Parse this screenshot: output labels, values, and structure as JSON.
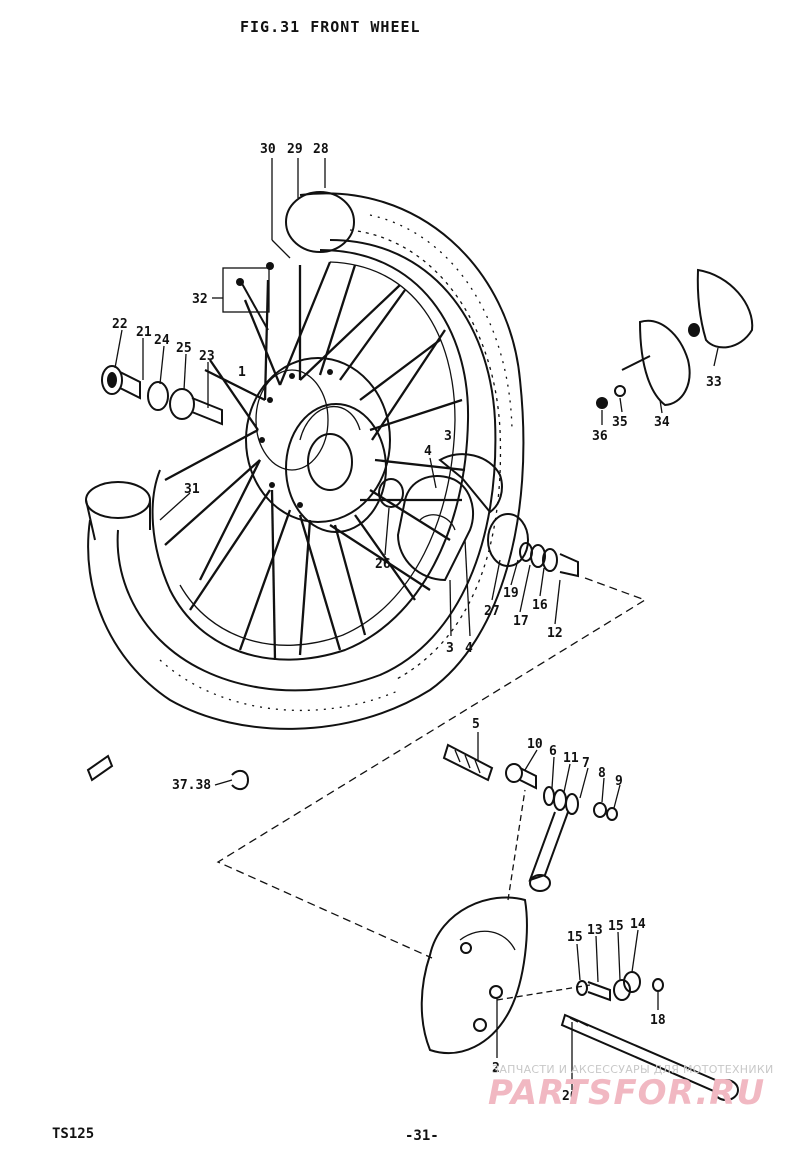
{
  "title": "FIG.31  FRONT WHEEL",
  "model": "TS125",
  "page_number": "-31-",
  "watermark": {
    "tagline": "ЗАПЧАСТИ И АКСЕССУАРЫ ДЛЯ МОТОТЕХНИКИ",
    "brand": "PARTSFOR.RU",
    "color": "#f1b8c2"
  },
  "callouts": [
    {
      "id": "c30",
      "text": "30"
    },
    {
      "id": "c29",
      "text": "29"
    },
    {
      "id": "c28",
      "text": "28"
    },
    {
      "id": "c32",
      "text": "32"
    },
    {
      "id": "c22",
      "text": "22"
    },
    {
      "id": "c21",
      "text": "21"
    },
    {
      "id": "c24",
      "text": "24"
    },
    {
      "id": "c25",
      "text": "25"
    },
    {
      "id": "c23",
      "text": "23"
    },
    {
      "id": "c1",
      "text": "1"
    },
    {
      "id": "c31",
      "text": "31"
    },
    {
      "id": "c26",
      "text": "26"
    },
    {
      "id": "c4a",
      "text": "4"
    },
    {
      "id": "c3a",
      "text": "3"
    },
    {
      "id": "c3b",
      "text": "3"
    },
    {
      "id": "c4b",
      "text": "4"
    },
    {
      "id": "c27",
      "text": "27"
    },
    {
      "id": "c19",
      "text": "19"
    },
    {
      "id": "c17",
      "text": "17"
    },
    {
      "id": "c16",
      "text": "16"
    },
    {
      "id": "c12",
      "text": "12"
    },
    {
      "id": "c36",
      "text": "36"
    },
    {
      "id": "c35",
      "text": "35"
    },
    {
      "id": "c34",
      "text": "34"
    },
    {
      "id": "c33",
      "text": "33"
    },
    {
      "id": "c5",
      "text": "5"
    },
    {
      "id": "c10",
      "text": "10"
    },
    {
      "id": "c6",
      "text": "6"
    },
    {
      "id": "c11",
      "text": "11"
    },
    {
      "id": "c7",
      "text": "7"
    },
    {
      "id": "c8",
      "text": "8"
    },
    {
      "id": "c9",
      "text": "9"
    },
    {
      "id": "c3738",
      "text": "37.38"
    },
    {
      "id": "c15a",
      "text": "15"
    },
    {
      "id": "c13",
      "text": "13"
    },
    {
      "id": "c15b",
      "text": "15"
    },
    {
      "id": "c14",
      "text": "14"
    },
    {
      "id": "c18",
      "text": "18"
    },
    {
      "id": "c2",
      "text": "2"
    },
    {
      "id": "c20",
      "text": "20"
    }
  ]
}
